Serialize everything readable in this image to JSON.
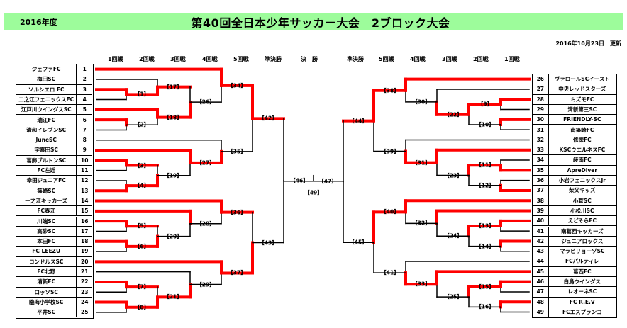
{
  "header": {
    "year": "2016年度",
    "title": "第40回全日本少年サッカー大会　2ブロック大会",
    "updated": "2016年10月23日　更新",
    "banner_color": "#9dfc9b"
  },
  "rounds_left": [
    "1回戦",
    "2回戦",
    "3回戦",
    "4回戦",
    "5回戦",
    "準決勝"
  ],
  "final_label": "決　勝",
  "rounds_right": [
    "準決勝",
    "5回戦",
    "4回戦",
    "3回戦",
    "2回戦",
    "1回戦"
  ],
  "colors": {
    "winner_line": "#ff0000",
    "line": "#000000"
  },
  "left_teams": [
    {
      "no": "1",
      "name": "ジェファFC"
    },
    {
      "no": "2",
      "name": "梅田SC"
    },
    {
      "no": "3",
      "name": "ソルシエロ FC"
    },
    {
      "no": "4",
      "name": "二之江フェニックスFC"
    },
    {
      "no": "5",
      "name": "江戸川ウイングスSC"
    },
    {
      "no": "6",
      "name": "瑞江FC"
    },
    {
      "no": "7",
      "name": "清和イレブンSC"
    },
    {
      "no": "8",
      "name": "JuneSC"
    },
    {
      "no": "9",
      "name": "宇喜田SC"
    },
    {
      "no": "10",
      "name": "葛飾ブルトンSC"
    },
    {
      "no": "11",
      "name": "FC左近"
    },
    {
      "no": "12",
      "name": "幸田ジュニアFC"
    },
    {
      "no": "13",
      "name": "篠崎SC"
    },
    {
      "no": "14",
      "name": "一之江キッカーズ"
    },
    {
      "no": "15",
      "name": "FC春江"
    },
    {
      "no": "16",
      "name": "川端SC"
    },
    {
      "no": "17",
      "name": "高砂SC"
    },
    {
      "no": "18",
      "name": "本田FC"
    },
    {
      "no": "19",
      "name": "FC LEEZU"
    },
    {
      "no": "20",
      "name": "コンドルスSC"
    },
    {
      "no": "21",
      "name": "FC北野"
    },
    {
      "no": "22",
      "name": "清新FC"
    },
    {
      "no": "23",
      "name": "ロッソSC"
    },
    {
      "no": "24",
      "name": "臨海小学校SC"
    },
    {
      "no": "25",
      "name": "平井SC"
    }
  ],
  "right_teams": [
    {
      "no": "26",
      "name": "ヴァロールSCイースト"
    },
    {
      "no": "27",
      "name": "中央レッドスターズ"
    },
    {
      "no": "28",
      "name": "ミズモFC"
    },
    {
      "no": "29",
      "name": "清新第三SC"
    },
    {
      "no": "30",
      "name": "FRIENDLY-SC"
    },
    {
      "no": "31",
      "name": "南篠崎FC"
    },
    {
      "no": "32",
      "name": "修徳FC"
    },
    {
      "no": "33",
      "name": "KSCウエルネスFC"
    },
    {
      "no": "34",
      "name": "綾南FC"
    },
    {
      "no": "35",
      "name": "ApreDiver"
    },
    {
      "no": "36",
      "name": "小岩フェニックスJr"
    },
    {
      "no": "37",
      "name": "柴又キッズ"
    },
    {
      "no": "38",
      "name": "小菅SC"
    },
    {
      "no": "39",
      "name": "小松川SC"
    },
    {
      "no": "40",
      "name": "えどそらFC"
    },
    {
      "no": "41",
      "name": "南葛西キッカーズ"
    },
    {
      "no": "42",
      "name": "ジュニアロックス"
    },
    {
      "no": "43",
      "name": "マラビリョーゾSC"
    },
    {
      "no": "44",
      "name": "FCパルティレ"
    },
    {
      "no": "45",
      "name": "葛西FC"
    },
    {
      "no": "46",
      "name": "白鳥ウイングス"
    },
    {
      "no": "47",
      "name": "レオーネSC"
    },
    {
      "no": "48",
      "name": "FC R.E.V"
    },
    {
      "no": "49",
      "name": "FCエスプランコ"
    }
  ],
  "matches": [
    {
      "id": "1",
      "label": "【1】",
      "side": "L",
      "a": "t3",
      "b": "t4",
      "winner": "a"
    },
    {
      "id": "2",
      "label": "【2】",
      "side": "L",
      "a": "t6",
      "b": "t7",
      "winner": "a"
    },
    {
      "id": "3",
      "label": "【3】",
      "side": "L",
      "a": "t10",
      "b": "t11",
      "winner": "a"
    },
    {
      "id": "4",
      "label": "【4】",
      "side": "L",
      "a": "t12",
      "b": "t13",
      "winner": "b"
    },
    {
      "id": "5",
      "label": "【5】",
      "side": "L",
      "a": "t16",
      "b": "t17",
      "winner": "a"
    },
    {
      "id": "6",
      "label": "【6】",
      "side": "L",
      "a": "t18",
      "b": "t19",
      "winner": "a"
    },
    {
      "id": "7",
      "label": "【7】",
      "side": "L",
      "a": "t22",
      "b": "t23",
      "winner": "a"
    },
    {
      "id": "8",
      "label": "【8】",
      "side": "L",
      "a": "t24",
      "b": "t25",
      "winner": "a"
    },
    {
      "id": "17",
      "label": "【17】",
      "side": "L",
      "a": "t2",
      "b": "m1",
      "winner": "b"
    },
    {
      "id": "18",
      "label": "【18】",
      "side": "L",
      "a": "t5",
      "b": "m2",
      "winner": "a"
    },
    {
      "id": "19",
      "label": "【19】",
      "side": "L",
      "a": "m3",
      "b": "m4",
      "winner": "b"
    },
    {
      "id": "20",
      "label": "【20】",
      "side": "L",
      "a": "m5",
      "b": "m6",
      "winner": "b"
    },
    {
      "id": "21",
      "label": "【21】",
      "side": "L",
      "a": "m7",
      "b": "m8",
      "winner": "b"
    },
    {
      "id": "26",
      "label": "【26】",
      "side": "L",
      "a": "m17",
      "b": "m18",
      "winner": "b"
    },
    {
      "id": "27",
      "label": "【27】",
      "side": "L",
      "a": "t9",
      "b": "m19",
      "winner": "a"
    },
    {
      "id": "28",
      "label": "【28】",
      "side": "L",
      "a": "t15",
      "b": "m20",
      "winner": "a"
    },
    {
      "id": "29",
      "label": "【29】",
      "side": "L",
      "a": "t21",
      "b": "m21",
      "winner": "b"
    },
    {
      "id": "34",
      "label": "【34】",
      "side": "L",
      "a": "t1",
      "b": "m26",
      "winner": "a"
    },
    {
      "id": "35",
      "label": "【35】",
      "side": "L",
      "a": "t8",
      "b": "m27",
      "winner": "b"
    },
    {
      "id": "36",
      "label": "【36】",
      "side": "L",
      "a": "t14",
      "b": "m28",
      "winner": "a"
    },
    {
      "id": "37",
      "label": "【37】",
      "side": "L",
      "a": "t20",
      "b": "m29",
      "winner": "a"
    },
    {
      "id": "42",
      "label": "【42】",
      "side": "L",
      "a": "m34",
      "b": "m35",
      "winner": "a"
    },
    {
      "id": "43",
      "label": "【43】",
      "side": "L",
      "a": "m36",
      "b": "m37",
      "winner": "b"
    },
    {
      "id": "46",
      "label": "【46】",
      "side": "L",
      "a": "m42",
      "b": "m43",
      "winner": ""
    },
    {
      "id": "9",
      "label": "【9】",
      "side": "R",
      "a": "t28",
      "b": "t29",
      "winner": "a"
    },
    {
      "id": "10",
      "label": "【10】",
      "side": "R",
      "a": "t30",
      "b": "t31",
      "winner": "a"
    },
    {
      "id": "11",
      "label": "【11】",
      "side": "R",
      "a": "t34",
      "b": "t35",
      "winner": "b"
    },
    {
      "id": "12",
      "label": "【12】",
      "side": "R",
      "a": "t36",
      "b": "t37",
      "winner": "b"
    },
    {
      "id": "13",
      "label": "【13】",
      "side": "R",
      "a": "t40",
      "b": "t41",
      "winner": "a"
    },
    {
      "id": "14",
      "label": "【14】",
      "side": "R",
      "a": "t42",
      "b": "t43",
      "winner": "a"
    },
    {
      "id": "15",
      "label": "【15】",
      "side": "R",
      "a": "t46",
      "b": "t47",
      "winner": "a"
    },
    {
      "id": "16",
      "label": "【16】",
      "side": "R",
      "a": "t48",
      "b": "t49",
      "winner": "a"
    },
    {
      "id": "22",
      "label": "【22】",
      "side": "R",
      "a": "m9",
      "b": "m10",
      "winner": "a"
    },
    {
      "id": "23",
      "label": "【23】",
      "side": "R",
      "a": "m11",
      "b": "m12",
      "winner": "a"
    },
    {
      "id": "24",
      "label": "【24】",
      "side": "R",
      "a": "m13",
      "b": "m14",
      "winner": "a"
    },
    {
      "id": "25",
      "label": "【25】",
      "side": "R",
      "a": "m15",
      "b": "m16",
      "winner": "a"
    },
    {
      "id": "30",
      "label": "【30】",
      "side": "R",
      "a": "t27",
      "b": "m22",
      "winner": "b"
    },
    {
      "id": "31",
      "label": "【31】",
      "side": "R",
      "a": "t33",
      "b": "m23",
      "winner": "a"
    },
    {
      "id": "32",
      "label": "【32】",
      "side": "R",
      "a": "t39",
      "b": "m24",
      "winner": "a"
    },
    {
      "id": "33",
      "label": "【33】",
      "side": "R",
      "a": "t45",
      "b": "m25",
      "winner": "a"
    },
    {
      "id": "38",
      "label": "【38】",
      "side": "R",
      "a": "t26",
      "b": "m30",
      "winner": "a"
    },
    {
      "id": "39",
      "label": "【39】",
      "side": "R",
      "a": "t32",
      "b": "m31",
      "winner": "b"
    },
    {
      "id": "40",
      "label": "【40】",
      "side": "R",
      "a": "t38",
      "b": "m32",
      "winner": "a"
    },
    {
      "id": "41",
      "label": "【41】",
      "side": "R",
      "a": "t44",
      "b": "m33",
      "winner": "b"
    },
    {
      "id": "44",
      "label": "【44】",
      "side": "R",
      "a": "m38",
      "b": "m39",
      "winner": "a"
    },
    {
      "id": "45",
      "label": "【45】",
      "side": "R",
      "a": "m40",
      "b": "m41",
      "winner": "a"
    },
    {
      "id": "47",
      "label": "【47】",
      "side": "R",
      "a": "m44",
      "b": "m45",
      "winner": ""
    },
    {
      "id": "49",
      "label": "【49】",
      "side": "C",
      "a": "m46",
      "b": "m47",
      "winner": ""
    }
  ]
}
